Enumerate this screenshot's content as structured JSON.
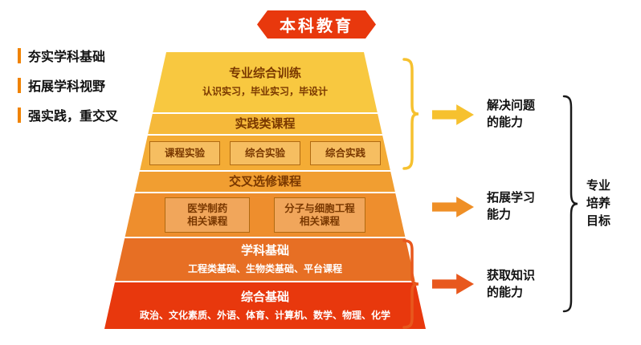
{
  "banner": {
    "label": "本科教育"
  },
  "left_goals": {
    "items": [
      {
        "label": "夯实学科基础"
      },
      {
        "label": "拓展学科视野"
      },
      {
        "label": "强实践，重交叉"
      }
    ]
  },
  "pyramid": {
    "sections": [
      {
        "title": "专业综合训练",
        "subtitle": "认识实习，毕业实习，毕设计"
      },
      {
        "title": "实践类课程"
      },
      {
        "boxes": [
          "课程实验",
          "综合实验",
          "综合实践"
        ]
      },
      {
        "title": "交叉选修课程"
      },
      {
        "boxes": [
          "医学制药\n相关课程",
          "分子与细胞工程\n相关课程"
        ]
      },
      {
        "title": "学科基础",
        "subtitle": "工程类基础、生物类基础、平台课程"
      },
      {
        "title": "综合基础",
        "subtitle": "政治、文化素质、外语、体育、计算机、数学、物理、化学"
      }
    ]
  },
  "outcomes": [
    {
      "label": "解决问题\n的能力"
    },
    {
      "label": "拓展学习\n能力"
    },
    {
      "label": "获取知识\n的能力"
    }
  ],
  "goal": {
    "label": "专业\n培养\n目标"
  },
  "colors": {
    "banner": "#E8380D",
    "pyramid_top": "#F8C840",
    "pyramid_bottom": "#E8380D",
    "left_bar": "#F08300",
    "arrow_yellow": "#F6C12F",
    "arrow_orange": "#EF8F26",
    "arrow_red": "#E8581D",
    "brace_black": "#1A1A1A"
  }
}
